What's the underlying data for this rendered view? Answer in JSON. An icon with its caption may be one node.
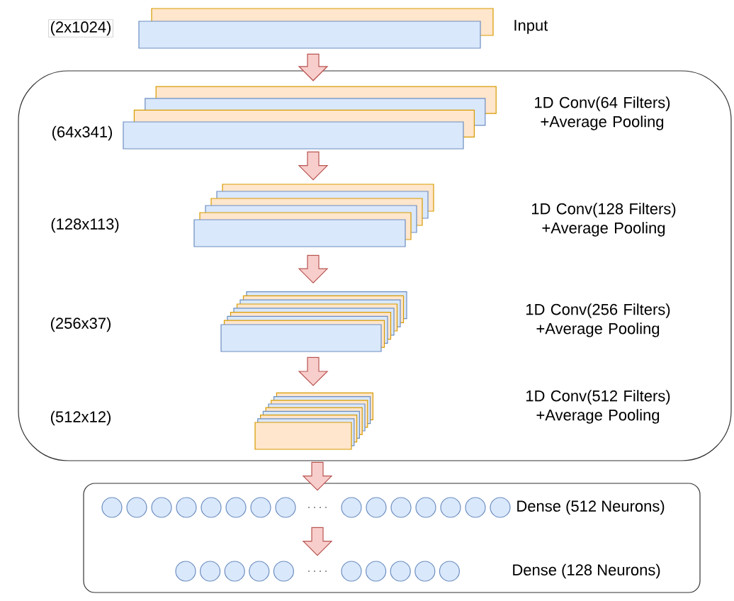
{
  "diagram": {
    "nodes": [
      {
        "text": [],
        "shape": "box",
        "beside": [
          "(2x1024)",
          "Input"
        ]
      },
      {
        "text": [],
        "shape": "box"
      },
      {
        "text": [],
        "shape": "box",
        "in": 1,
        "beside": [
          "(64x341)",
          "1D Conv(64 Filters) +Average Pooling"
        ]
      },
      {
        "text": [],
        "shape": "box",
        "in": 1
      },
      {
        "text": [],
        "shape": "box",
        "in": 1
      },
      {
        "text": [],
        "shape": "box",
        "in": 1
      },
      {
        "text": [],
        "shape": "box"
      },
      {
        "text": [],
        "shape": "circle",
        "in": 6,
        "beside": [
          "Dense (512 Neurons)"
        ]
      },
      {
        "text": [],
        "shape": "circle",
        "in": 6,
        "beside": [
          "Dense (128 Neurons)"
        ]
      }
    ],
    "edges": [
      {
        "from": 0,
        "to": 2,
        "arrow": "to"
      },
      {
        "from": 2,
        "to": 3,
        "arrow": "to"
      },
      {
        "from": 3,
        "to": 4,
        "arrow": "to"
      },
      {
        "from": 4,
        "to": 5,
        "arrow": "to"
      },
      {
        "from": 5,
        "to": 7,
        "arrow": "to"
      },
      {
        "from": 7,
        "to": 8,
        "arrow": "to"
      }
    ],
    "labels": [
      "1D Conv(128 Filters) +Average Pooling",
      "(128x113)",
      "1D Conv(256 Filters) +Average Pooling",
      "(256x37)",
      "1D Conv(512 Filters) +Average Pooling",
      "(512x12)"
    ]
  }
}
